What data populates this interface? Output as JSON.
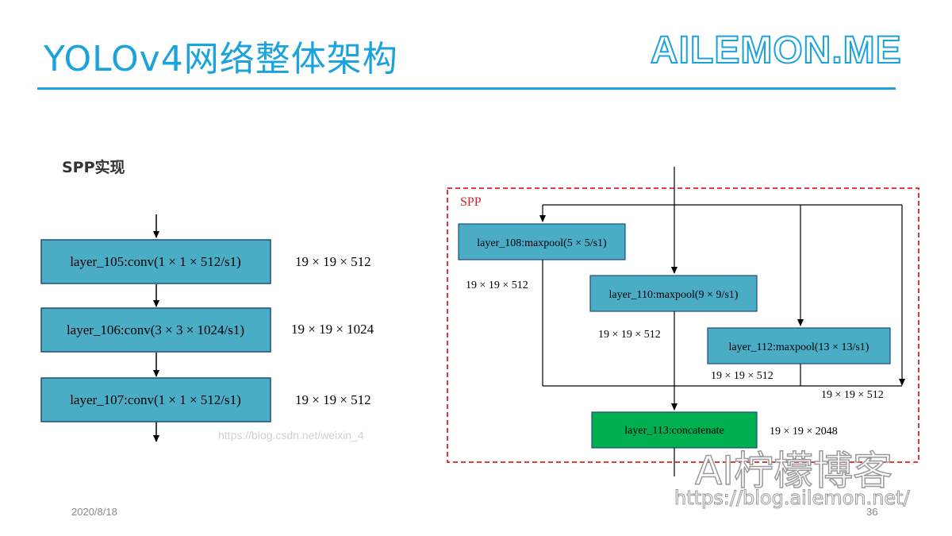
{
  "header": {
    "title": "YOLOv4网络整体架构",
    "brand": "AILEMON.ME"
  },
  "section_title": "SPP实现",
  "left_diagram": {
    "layers": [
      {
        "label": "layer_105:conv(1 × 1 × 512/s1)",
        "shape": "19 × 19 × 512"
      },
      {
        "label": "layer_106:conv(3 × 3 × 1024/s1)",
        "shape": "19 × 19 × 1024"
      },
      {
        "label": "layer_107:conv(1 × 1 × 512/s1)",
        "shape": "19 × 19 × 512"
      }
    ],
    "watermark": "https://blog.csdn.net/weixin_4"
  },
  "spp_diagram": {
    "group_label": "SPP",
    "nodes": [
      {
        "label": "layer_108:maxpool(5 × 5/s1)",
        "shape": "19 × 19 × 512"
      },
      {
        "label": "layer_110:maxpool(9 × 9/s1)",
        "shape": "19 × 19 × 512"
      },
      {
        "label": "layer_112:maxpool(13 × 13/s1)",
        "shape": "19 × 19 × 512"
      },
      {
        "label": "layer_113:concatenate",
        "shape": "19 × 19 × 2048"
      }
    ],
    "bypass_shape": "19 × 19 × 512"
  },
  "footer": {
    "date": "2020/8/18",
    "page": "36"
  },
  "watermarks": {
    "brand_cn": "AI柠檬博客",
    "url": "https://blog.ailemon.net/",
    "tiny": "2"
  },
  "colors": {
    "accent": "#1aa3dd",
    "layer_box": "#4bacc6",
    "concat_box": "#00b050",
    "spp_border": "#e02020"
  }
}
